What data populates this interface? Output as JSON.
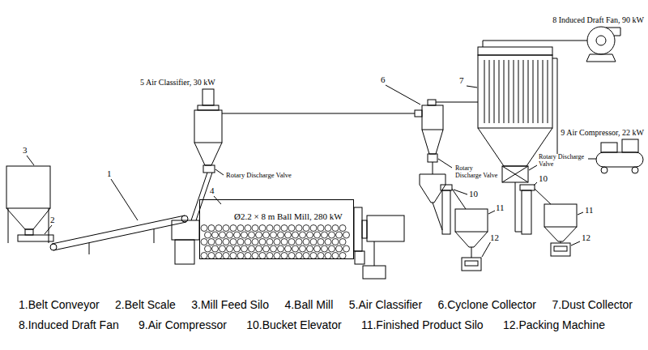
{
  "diagram": {
    "nodes": [
      {
        "text": [
          "Ø2.2 × 8 m Ball Mill, 280 kW"
        ]
      }
    ],
    "labels": [
      "8 Induced Draft Fan, 90 kW",
      "5 Air Classifier, 30 kW",
      "6",
      "7",
      "9 Air Compressor, 22 kW",
      "3",
      "Rotary Discharge Valve",
      "Rotary Discharge Valve",
      "1",
      "Rotary Discharge Valve",
      "4",
      "10",
      "10",
      "2",
      "11",
      "11",
      "12",
      "12",
      "1.Belt Conveyor",
      "2.Belt Scale",
      "3.Mill Feed Silo",
      "4.Ball Mill",
      "5.Air Classifier",
      "6.Cyclone Collector",
      "7.Dust Collector",
      "8.Induced Draft Fan",
      "9.Air Compressor",
      "10.Bucket Elevator",
      "11.Finished Product Silo",
      "12.Packing Machine"
    ]
  }
}
